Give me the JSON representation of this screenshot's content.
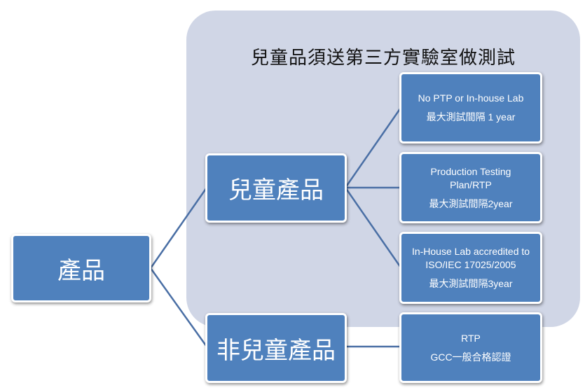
{
  "diagram": {
    "panel_title": "兒童品須送第三方實驗室做測試",
    "root": {
      "label": "產品"
    },
    "child_products": {
      "label": "兒童產品"
    },
    "non_child_products": {
      "label": "非兒童產品"
    },
    "options": [
      {
        "line1": "No PTP or In-house Lab",
        "line2": "",
        "note": "最大測試間隔 1 year"
      },
      {
        "line1": "Production Testing",
        "line2": "Plan/RTP",
        "note": "最大測試間隔2year"
      },
      {
        "line1": "In-House Lab accredited to",
        "line2": "ISO/IEC 17025/2005",
        "note": "最大測試間隔3year"
      }
    ],
    "non_child_option": {
      "line1": "RTP",
      "line2": "GCC一般合格認證"
    }
  },
  "colors": {
    "box_fill": "#4f81bd",
    "box_border": "#ffffff",
    "panel_fill": "#d0d6e6",
    "connector": "#4a6fa5"
  }
}
